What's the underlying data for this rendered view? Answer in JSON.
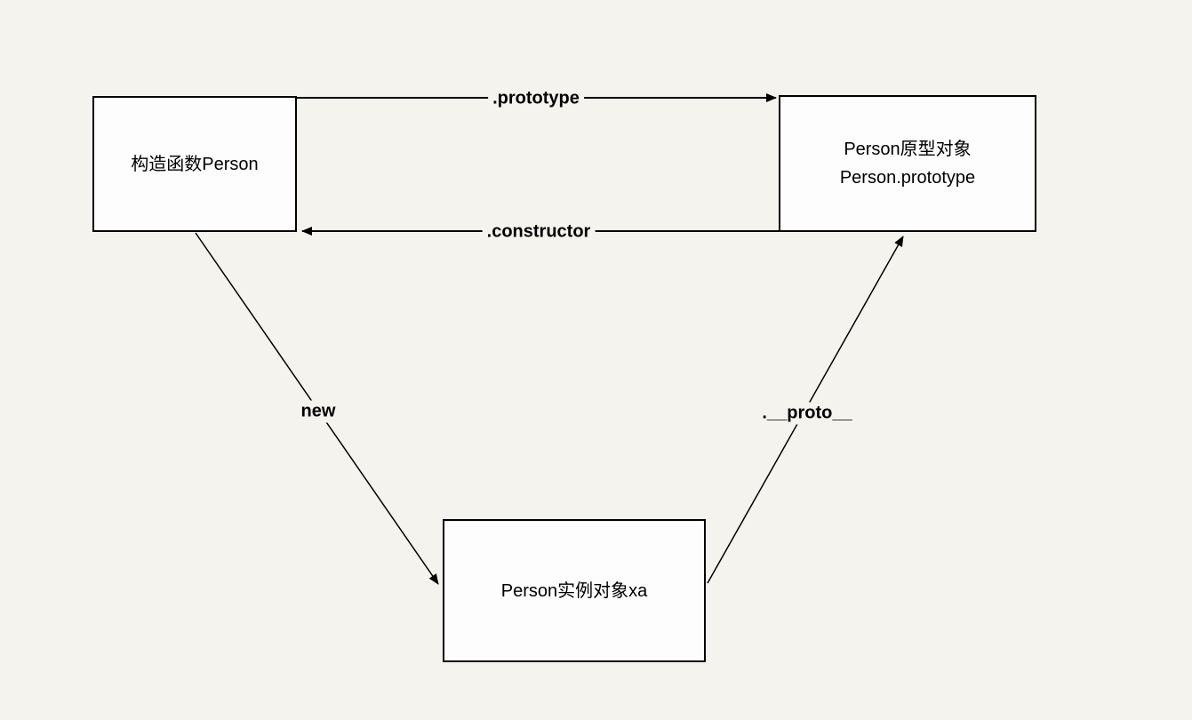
{
  "page": {
    "background_color": "#f4f3ee",
    "node_fill_color": "#fdfdfd",
    "line_color": "#000000",
    "text_color": "#000000"
  },
  "diagram": {
    "nodes": {
      "constructor_function": {
        "label": "构造函数Person"
      },
      "prototype_object": {
        "line1": "Person原型对象",
        "line2": "Person.prototype"
      },
      "instance_object": {
        "label": "Person实例对象xa"
      }
    },
    "edges": [
      {
        "label": ".prototype",
        "from": "构造函数Person",
        "to": "Person原型对象"
      },
      {
        "label": ".constructor",
        "from": "Person原型对象",
        "to": "构造函数Person"
      },
      {
        "label": "new",
        "from": "构造函数Person",
        "to": "Person实例对象xa"
      },
      {
        "label": ".__proto__",
        "from": "Person实例对象xa",
        "to": "Person原型对象"
      }
    ]
  }
}
